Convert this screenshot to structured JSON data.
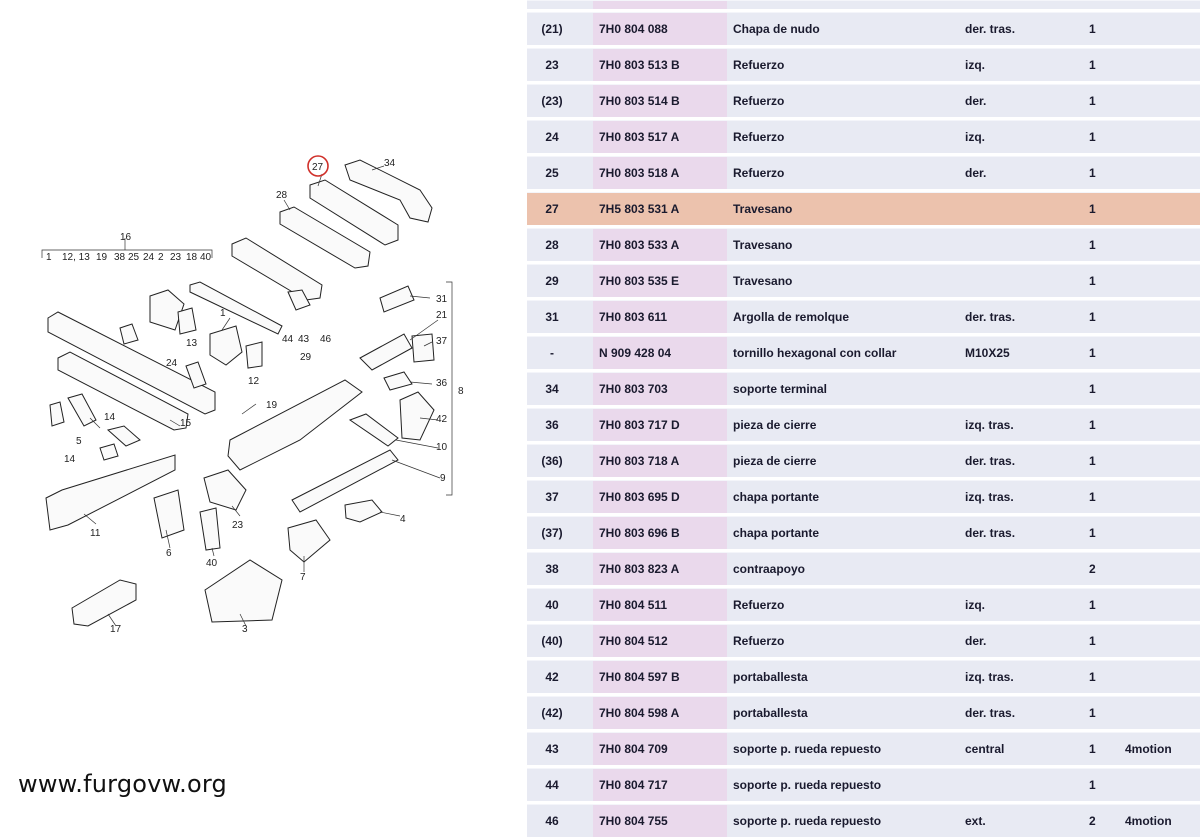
{
  "watermark": "www.furgovw.org",
  "highlight_color": "#ecc2ad",
  "diagram": {
    "highlighted_callout": "27",
    "callouts": [
      "34",
      "27",
      "28",
      "16",
      "1",
      "12, 13",
      "19",
      "38",
      "25",
      "24",
      "2",
      "23",
      "18",
      "40",
      "1",
      "13",
      "24",
      "12",
      "44",
      "43",
      "46",
      "29",
      "31",
      "21",
      "37",
      "36",
      "8",
      "42",
      "10",
      "9",
      "14",
      "15",
      "5",
      "14",
      "19",
      "11",
      "6",
      "40",
      "23",
      "4",
      "7",
      "17",
      "3"
    ]
  },
  "table": {
    "rows": [
      {
        "pos": "(21)",
        "part": "7H0 804 088",
        "desc": "Chapa de nudo",
        "side": "der. tras.",
        "qty": "1",
        "note": ""
      },
      {
        "pos": "23",
        "part": "7H0 803 513 B",
        "desc": "Refuerzo",
        "side": "izq.",
        "qty": "1",
        "note": ""
      },
      {
        "pos": "(23)",
        "part": "7H0 803 514 B",
        "desc": "Refuerzo",
        "side": "der.",
        "qty": "1",
        "note": ""
      },
      {
        "pos": "24",
        "part": "7H0 803 517 A",
        "desc": "Refuerzo",
        "side": "izq.",
        "qty": "1",
        "note": ""
      },
      {
        "pos": "25",
        "part": "7H0 803 518 A",
        "desc": "Refuerzo",
        "side": "der.",
        "qty": "1",
        "note": ""
      },
      {
        "pos": "27",
        "part": "7H5 803 531 A",
        "desc": "Travesano",
        "side": "",
        "qty": "1",
        "note": ""
      },
      {
        "pos": "28",
        "part": "7H0 803 533 A",
        "desc": "Travesano",
        "side": "",
        "qty": "1",
        "note": ""
      },
      {
        "pos": "29",
        "part": "7H0 803 535 E",
        "desc": "Travesano",
        "side": "",
        "qty": "1",
        "note": ""
      },
      {
        "pos": "31",
        "part": "7H0 803 611",
        "desc": "Argolla de remolque",
        "side": "der. tras.",
        "qty": "1",
        "note": ""
      },
      {
        "pos": "-",
        "part": "N  909 428 04",
        "desc": "tornillo hexagonal con collar",
        "side": "M10X25",
        "qty": "1",
        "note": ""
      },
      {
        "pos": "34",
        "part": "7H0 803 703",
        "desc": "soporte terminal",
        "side": "",
        "qty": "1",
        "note": ""
      },
      {
        "pos": "36",
        "part": "7H0 803 717 D",
        "desc": "pieza de cierre",
        "side": "izq. tras.",
        "qty": "1",
        "note": ""
      },
      {
        "pos": "(36)",
        "part": "7H0 803 718 A",
        "desc": "pieza de cierre",
        "side": "der. tras.",
        "qty": "1",
        "note": ""
      },
      {
        "pos": "37",
        "part": "7H0 803 695 D",
        "desc": "chapa portante",
        "side": "izq. tras.",
        "qty": "1",
        "note": ""
      },
      {
        "pos": "(37)",
        "part": "7H0 803 696 B",
        "desc": "chapa portante",
        "side": "der. tras.",
        "qty": "1",
        "note": ""
      },
      {
        "pos": "38",
        "part": "7H0 803 823 A",
        "desc": "contraapoyo",
        "side": "",
        "qty": "2",
        "note": ""
      },
      {
        "pos": "40",
        "part": "7H0 804 511",
        "desc": "Refuerzo",
        "side": "izq.",
        "qty": "1",
        "note": ""
      },
      {
        "pos": "(40)",
        "part": "7H0 804 512",
        "desc": "Refuerzo",
        "side": "der.",
        "qty": "1",
        "note": ""
      },
      {
        "pos": "42",
        "part": "7H0 804 597 B",
        "desc": "portaballesta",
        "side": "izq. tras.",
        "qty": "1",
        "note": ""
      },
      {
        "pos": "(42)",
        "part": "7H0 804 598 A",
        "desc": "portaballesta",
        "side": "der. tras.",
        "qty": "1",
        "note": ""
      },
      {
        "pos": "43",
        "part": "7H0 804 709",
        "desc": "soporte p. rueda repuesto",
        "side": "central",
        "qty": "1",
        "note": "4motion"
      },
      {
        "pos": "44",
        "part": "7H0 804 717",
        "desc": "soporte p. rueda repuesto",
        "side": "",
        "qty": "1",
        "note": ""
      },
      {
        "pos": "46",
        "part": "7H0 804 755",
        "desc": "soporte p. rueda repuesto",
        "side": "ext.",
        "qty": "2",
        "note": "4motion"
      }
    ],
    "highlighted_pos": "27"
  }
}
